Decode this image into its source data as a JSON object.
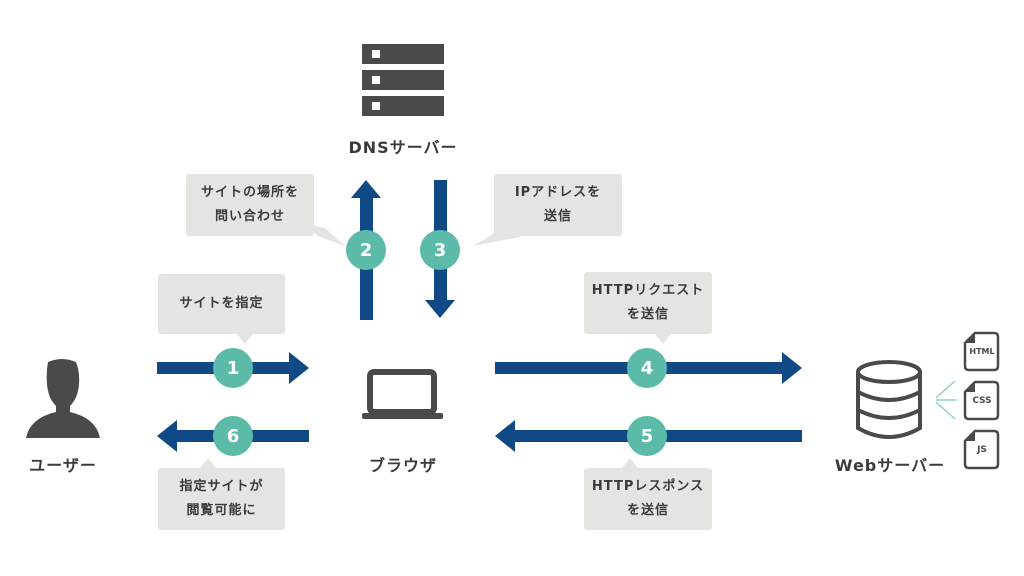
{
  "title": "Webページ表示の流れ",
  "colors": {
    "arrow": "#0f4a86",
    "badge": "#5bbaa8",
    "bubble": "#e6e4e1",
    "icon": "#4a4a4a",
    "accent_lines": "#8fd0c8"
  },
  "nodes": {
    "user": {
      "label": "ユーザー",
      "icon": "person-icon"
    },
    "browser": {
      "label": "ブラウザ",
      "icon": "laptop-icon"
    },
    "dns": {
      "label": "DNSサーバー",
      "icon": "server-rack-icon"
    },
    "web": {
      "label": "Webサーバー",
      "icon": "database-icon",
      "files": [
        {
          "label": "HTML"
        },
        {
          "label": "CSS"
        },
        {
          "label": "JS"
        }
      ]
    }
  },
  "steps": [
    {
      "number": "1",
      "direction": "user-to-browser",
      "lines": [
        "サイトを指定"
      ]
    },
    {
      "number": "2",
      "direction": "browser-to-dns",
      "lines": [
        "サイトの場所を",
        "問い合わせ"
      ]
    },
    {
      "number": "3",
      "direction": "dns-to-browser",
      "lines": [
        "IPアドレスを",
        "送信"
      ]
    },
    {
      "number": "4",
      "direction": "browser-to-web",
      "lines": [
        "HTTPリクエスト",
        "を送信"
      ]
    },
    {
      "number": "5",
      "direction": "web-to-browser",
      "lines": [
        "HTTPレスポンス",
        "を送信"
      ]
    },
    {
      "number": "6",
      "direction": "browser-to-user",
      "lines": [
        "指定サイトが",
        "閲覧可能に"
      ]
    }
  ]
}
